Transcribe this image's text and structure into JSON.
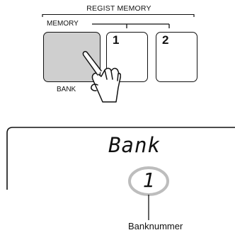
{
  "panel": {
    "regist_memory_label": "REGIST MEMORY",
    "memory_label": "MEMORY",
    "bank_label": "BANK",
    "buttons": [
      {
        "label": ""
      },
      {
        "label": "1"
      },
      {
        "label": "2"
      }
    ],
    "bank_button_color": "#cfcfcf",
    "hand_icon": "pointing-hand-icon"
  },
  "display": {
    "text": "Bank",
    "number": "1",
    "highlight_color": "#bdbdbd"
  },
  "caption": "Banknummer"
}
